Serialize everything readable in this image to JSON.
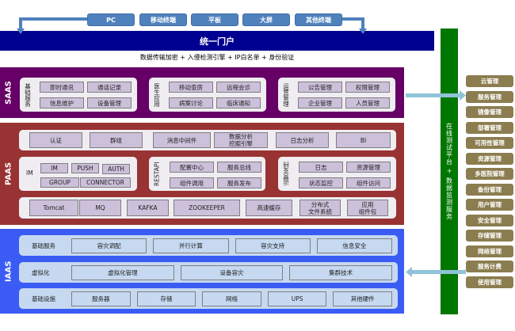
{
  "terminals": [
    "PC",
    "移动终端",
    "平板",
    "大屏",
    "其他终端"
  ],
  "portal": {
    "title": "统一门户",
    "security": "数据传输加密 + 入侵检测引擎 + IP白名单 + 身份验证"
  },
  "saas": {
    "label": "SAAS",
    "groups": [
      {
        "title": "基础服务",
        "items": [
          "即时通讯",
          "通话记录",
          "信息维护",
          "设备管理"
        ]
      },
      {
        "title": "医生应用",
        "items": [
          "移动查房",
          "远程会诊",
          "病案讨论",
          "临床通知"
        ]
      },
      {
        "title": "运营管理",
        "items": [
          "公告管理",
          "权限管理",
          "企业管理",
          "人员管理"
        ]
      }
    ]
  },
  "paas": {
    "label": "PAAS",
    "row1": [
      "认证",
      "群组",
      "消息中间件",
      "数据分析\n挖掘引擎",
      "日志分析",
      "BI"
    ],
    "im": {
      "title": "IM",
      "items": [
        "IM",
        "PUSH",
        "AUTH",
        "GROUP",
        "CONNECTOR"
      ]
    },
    "restapi": {
      "title": "RESTAPI",
      "items": [
        "配置中心",
        "服务总线",
        "组件调用",
        "服务发布"
      ]
    },
    "ops": {
      "title": "运营支持",
      "items": [
        "日志",
        "资源管理",
        "状态监控",
        "组件访问"
      ]
    },
    "row3": [
      "Tomcat",
      "MQ",
      "KAFKA",
      "ZOOKEEPER",
      "高速缓存",
      "分布式\n文件系统",
      "应用\n组件包"
    ]
  },
  "iaas": {
    "label": "IAAS",
    "rows": [
      {
        "title": "基础服务",
        "items": [
          "容灾调配",
          "并行计算",
          "容灾支持",
          "信息安全"
        ]
      },
      {
        "title": "虚拟化",
        "items": [
          "虚拟化管理",
          "设备容灾",
          "集群技术"
        ]
      },
      {
        "title": "基础设施",
        "items": [
          "服务器",
          "存储",
          "网络",
          "UPS",
          "其他硬件"
        ]
      }
    ]
  },
  "platform": "在线测试平台 + 数据监测服务",
  "management": [
    "云管理",
    "服务管理",
    "镜像管理",
    "部署管理",
    "可用性管理",
    "资源管理",
    "多医院管理",
    "备份管理",
    "用户管理",
    "安全管理",
    "存储管理",
    "网络管理",
    "服务计费",
    "使用管理"
  ],
  "colors": {
    "portal": "#000091",
    "saas": "#660066",
    "paas": "#993333",
    "iaas": "#3a5cf5",
    "platform": "#007700",
    "management": "#8b7d4f",
    "terminal": "#4f81bd",
    "arrow": "#8fc3d8"
  }
}
